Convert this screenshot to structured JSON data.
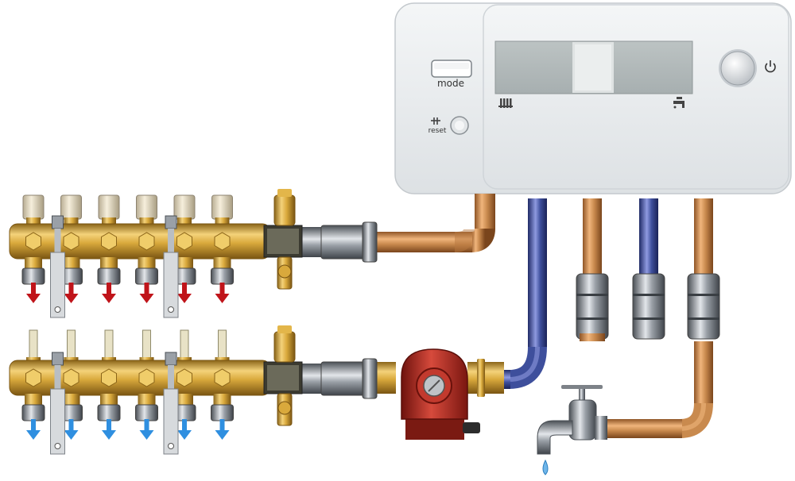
{
  "boiler": {
    "mode_label": "mode",
    "reset_label": "reset",
    "power_icon": "power-icon",
    "radiator_icon": "radiator-icon",
    "tap_icon": "tap-icon",
    "reset_icon": "flame-reset-icon"
  },
  "colors": {
    "boiler_body": "#e9ecee",
    "copper": "#c98a4e",
    "blue_pipe": "#3e4f9c",
    "brass": "#d9a93c",
    "pump_red": "#b52c22",
    "hot_arrow": "#c0141a",
    "cold_arrow": "#2f8fe0"
  },
  "manifolds": {
    "supply_outlets": 6,
    "return_outlets": 6
  }
}
